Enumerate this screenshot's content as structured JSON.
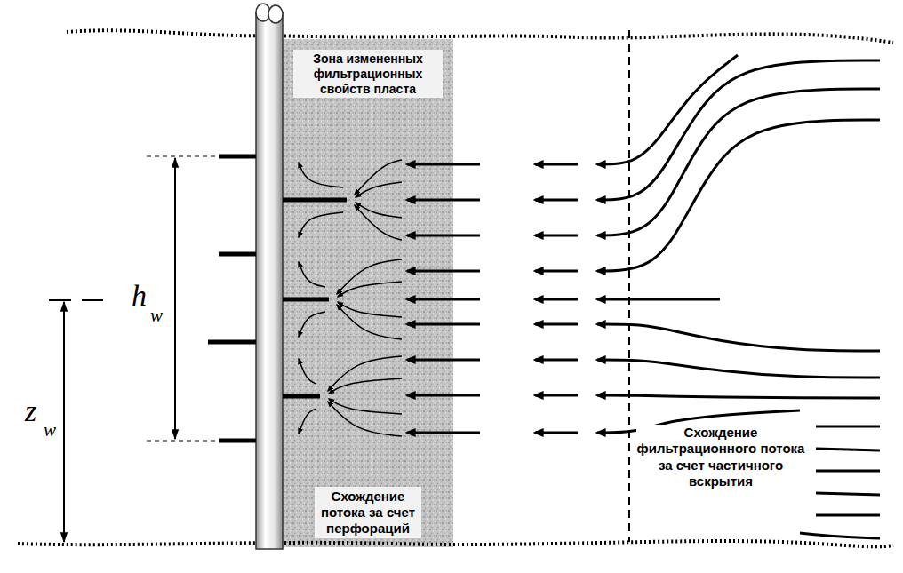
{
  "diagram": {
    "nodes": [
      {
        "text": [
          "Зона измененных фильтрационных свойств пласта",
          "Схождение потока за счет перфораций"
        ]
      }
    ],
    "labels": [
      "h",
      "w",
      "z",
      "w",
      "Схождение фильтрационного потока за счет частичного вскрытия"
    ]
  }
}
